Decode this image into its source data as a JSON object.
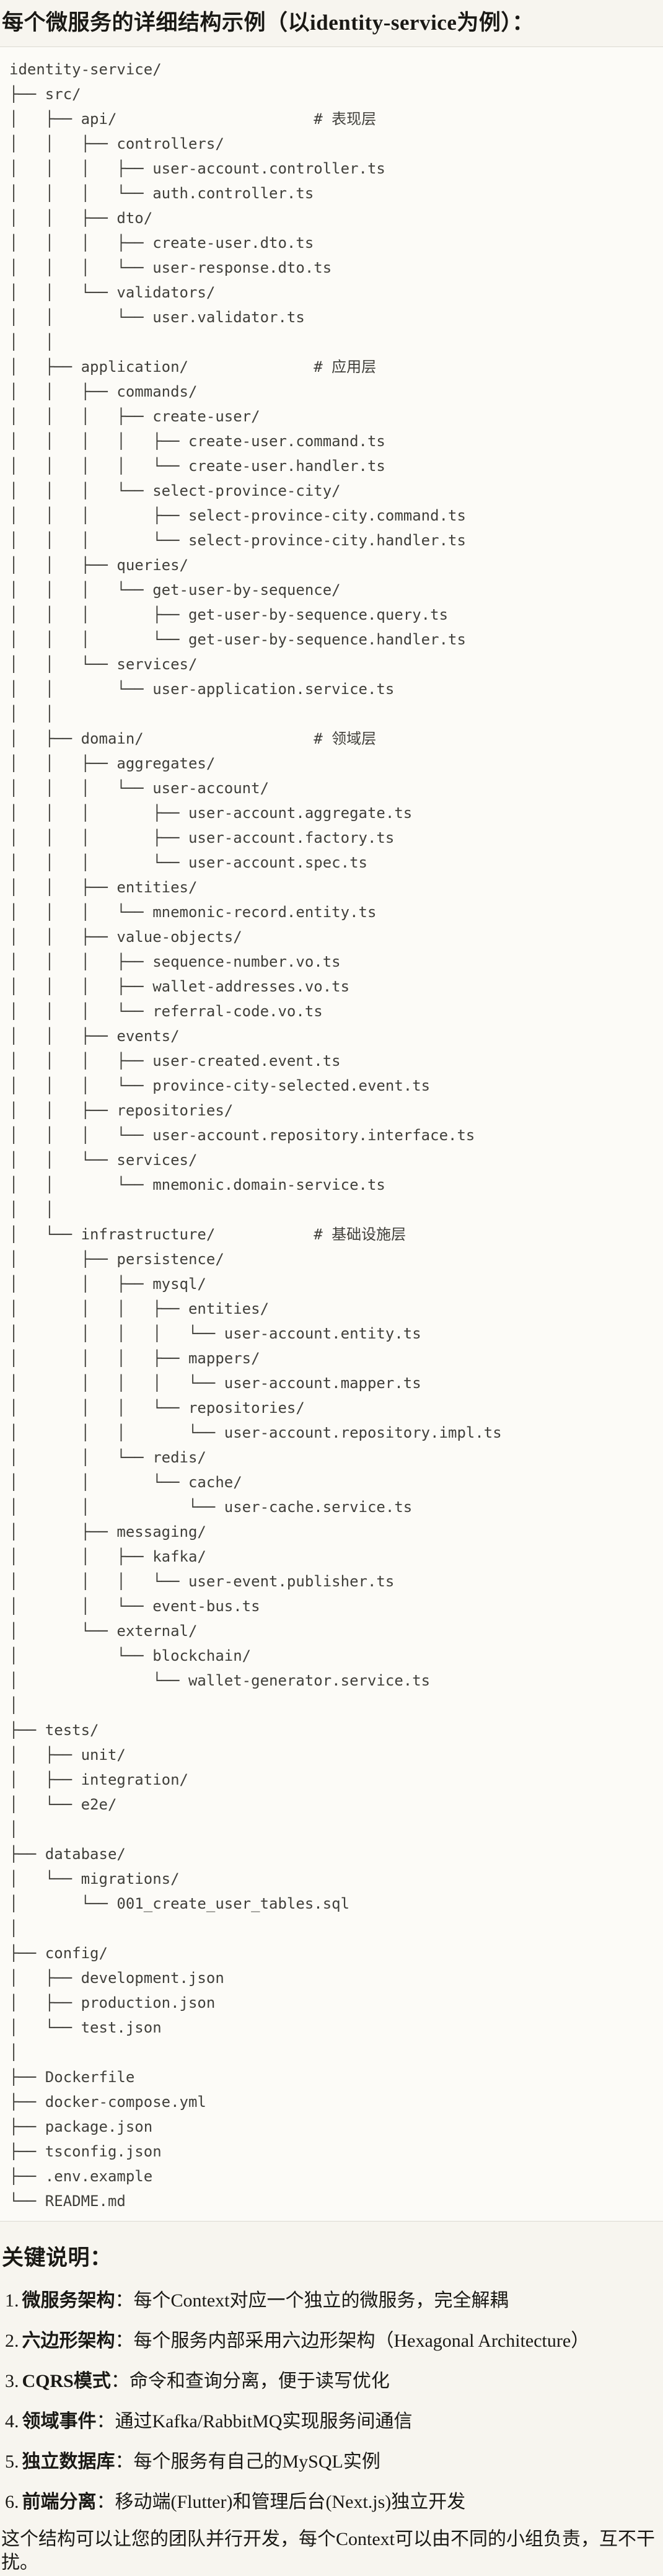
{
  "colors": {
    "page_bg": "#f7f5ef",
    "code_bg": "#fcfbf7",
    "code_border": "#dcdad2",
    "text": "#1a1915",
    "code_text": "#403f3a"
  },
  "header": {
    "title": "每个微服务的详细结构示例（以identity-service为例）："
  },
  "tree": {
    "lines": [
      "identity-service/",
      "├── src/",
      "│   ├── api/                      # 表现层",
      "│   │   ├── controllers/",
      "│   │   │   ├── user-account.controller.ts",
      "│   │   │   └── auth.controller.ts",
      "│   │   ├── dto/",
      "│   │   │   ├── create-user.dto.ts",
      "│   │   │   └── user-response.dto.ts",
      "│   │   └── validators/",
      "│   │       └── user.validator.ts",
      "│   │",
      "│   ├── application/              # 应用层",
      "│   │   ├── commands/",
      "│   │   │   ├── create-user/",
      "│   │   │   │   ├── create-user.command.ts",
      "│   │   │   │   └── create-user.handler.ts",
      "│   │   │   └── select-province-city/",
      "│   │   │       ├── select-province-city.command.ts",
      "│   │   │       └── select-province-city.handler.ts",
      "│   │   ├── queries/",
      "│   │   │   └── get-user-by-sequence/",
      "│   │   │       ├── get-user-by-sequence.query.ts",
      "│   │   │       └── get-user-by-sequence.handler.ts",
      "│   │   └── services/",
      "│   │       └── user-application.service.ts",
      "│   │",
      "│   ├── domain/                   # 领域层",
      "│   │   ├── aggregates/",
      "│   │   │   └── user-account/",
      "│   │   │       ├── user-account.aggregate.ts",
      "│   │   │       ├── user-account.factory.ts",
      "│   │   │       └── user-account.spec.ts",
      "│   │   ├── entities/",
      "│   │   │   └── mnemonic-record.entity.ts",
      "│   │   ├── value-objects/",
      "│   │   │   ├── sequence-number.vo.ts",
      "│   │   │   ├── wallet-addresses.vo.ts",
      "│   │   │   └── referral-code.vo.ts",
      "│   │   ├── events/",
      "│   │   │   ├── user-created.event.ts",
      "│   │   │   └── province-city-selected.event.ts",
      "│   │   ├── repositories/",
      "│   │   │   └── user-account.repository.interface.ts",
      "│   │   └── services/",
      "│   │       └── mnemonic.domain-service.ts",
      "│   │",
      "│   └── infrastructure/           # 基础设施层",
      "│       ├── persistence/",
      "│       │   ├── mysql/",
      "│       │   │   ├── entities/",
      "│       │   │   │   └── user-account.entity.ts",
      "│       │   │   ├── mappers/",
      "│       │   │   │   └── user-account.mapper.ts",
      "│       │   │   └── repositories/",
      "│       │   │       └── user-account.repository.impl.ts",
      "│       │   └── redis/",
      "│       │       └── cache/",
      "│       │           └── user-cache.service.ts",
      "│       ├── messaging/",
      "│       │   ├── kafka/",
      "│       │   │   └── user-event.publisher.ts",
      "│       │   └── event-bus.ts",
      "│       └── external/",
      "│           └── blockchain/",
      "│               └── wallet-generator.service.ts",
      "│",
      "├── tests/",
      "│   ├── unit/",
      "│   ├── integration/",
      "│   └── e2e/",
      "│",
      "├── database/",
      "│   └── migrations/",
      "│       └── 001_create_user_tables.sql",
      "│",
      "├── config/",
      "│   ├── development.json",
      "│   ├── production.json",
      "│   └── test.json",
      "│",
      "├── Dockerfile",
      "├── docker-compose.yml",
      "├── package.json",
      "├── tsconfig.json",
      "├── .env.example",
      "└── README.md"
    ]
  },
  "notes": {
    "title": "关键说明：",
    "items": [
      {
        "num": "1.",
        "term": "微服务架构",
        "desc": "：每个Context对应一个独立的微服务，完全解耦"
      },
      {
        "num": "2.",
        "term": "六边形架构",
        "desc": "：每个服务内部采用六边形架构（Hexagonal Architecture）"
      },
      {
        "num": "3.",
        "term": "CQRS模式",
        "desc": "：命令和查询分离，便于读写优化"
      },
      {
        "num": "4.",
        "term": "领域事件",
        "desc": "：通过Kafka/RabbitMQ实现服务间通信"
      },
      {
        "num": "5.",
        "term": "独立数据库",
        "desc": "：每个服务有自己的MySQL实例"
      },
      {
        "num": "6.",
        "term": "前端分离",
        "desc": "：移动端(Flutter)和管理后台(Next.js)独立开发"
      }
    ],
    "footer": "这个结构可以让您的团队并行开发，每个Context可以由不同的小组负责，互不干扰。"
  }
}
